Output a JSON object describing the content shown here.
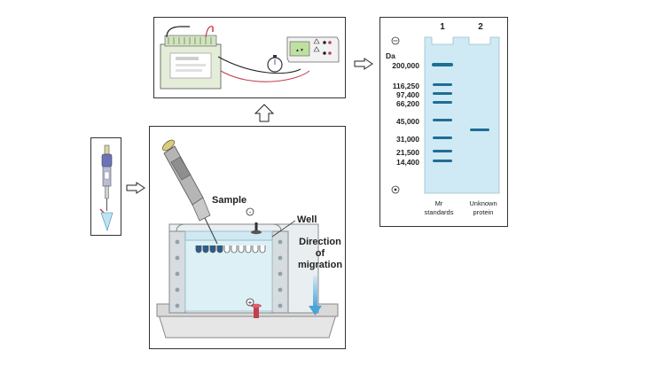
{
  "labels": {
    "sample": "Sample",
    "well": "Well",
    "direction": [
      "Direction",
      "of",
      "migration"
    ],
    "power_pos": "+",
    "power_neg": "-"
  },
  "result": {
    "units": "Da",
    "lane_numbers": [
      "1",
      "2"
    ],
    "molecular_weights": [
      "200,000",
      "116,250",
      "97,400",
      "66,200",
      "45,000",
      "31,000",
      "21,500",
      "14,400"
    ],
    "lane1_caption": [
      "Mr",
      "standards"
    ],
    "lane2_caption": [
      "Unknown",
      "protein"
    ]
  },
  "colors": {
    "gel": "#cdebf3",
    "band": "#1f6e96",
    "electrode_red": "#c33f4f",
    "arrow_blue": "#4aa3d8"
  }
}
